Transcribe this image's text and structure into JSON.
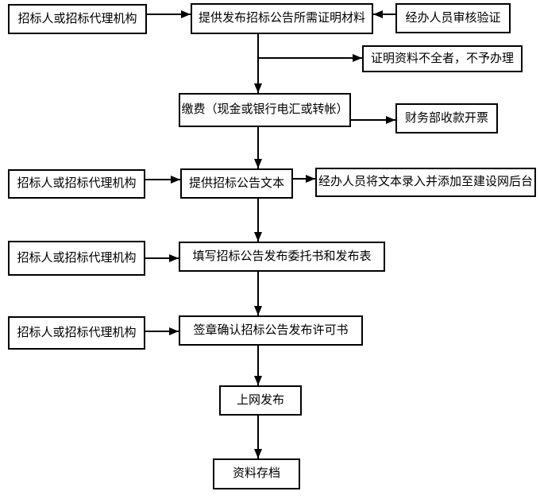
{
  "diagram_type": "flowchart",
  "colors": {
    "line": "#000000",
    "box_border": "#000000",
    "box_fill": "#ffffff",
    "text": "#000000",
    "background": "#ffffff"
  },
  "nodes": {
    "actor_row1": "招标人或招标代理机构",
    "provide_materials": "提供发布招标公告所需证明材料",
    "staff_review": "经办人员审核验证",
    "incomplete_reject": "证明资料不全者，不予办理",
    "payment": "缴费（现金或银行电汇或转帐）",
    "finance_receipt": "财务部收款开票",
    "actor_row2": "招标人或招标代理机构",
    "provide_text": "提供招标公告文本",
    "staff_entry": "经办人员将文本录入并添加至建设网后台",
    "actor_row3": "招标人或招标代理机构",
    "fill_forms": "填写招标公告发布委托书和发布表",
    "actor_row4": "招标人或招标代理机构",
    "sign_confirm": "签章确认招标公告发布许可书",
    "publish_online": "上网发布",
    "archive": "资料存档"
  },
  "edges": [
    {
      "from": "actor_row1",
      "to": "provide_materials"
    },
    {
      "from": "staff_review",
      "to": "provide_materials"
    },
    {
      "from": "provide_materials",
      "to": "incomplete_reject"
    },
    {
      "from": "provide_materials",
      "to": "payment"
    },
    {
      "from": "payment",
      "to": "finance_receipt"
    },
    {
      "from": "payment",
      "to": "provide_text"
    },
    {
      "from": "actor_row2",
      "to": "provide_text"
    },
    {
      "from": "provide_text",
      "to": "staff_entry"
    },
    {
      "from": "provide_text",
      "to": "fill_forms"
    },
    {
      "from": "actor_row3",
      "to": "fill_forms"
    },
    {
      "from": "fill_forms",
      "to": "sign_confirm"
    },
    {
      "from": "actor_row4",
      "to": "sign_confirm"
    },
    {
      "from": "sign_confirm",
      "to": "publish_online"
    },
    {
      "from": "publish_online",
      "to": "archive"
    }
  ]
}
